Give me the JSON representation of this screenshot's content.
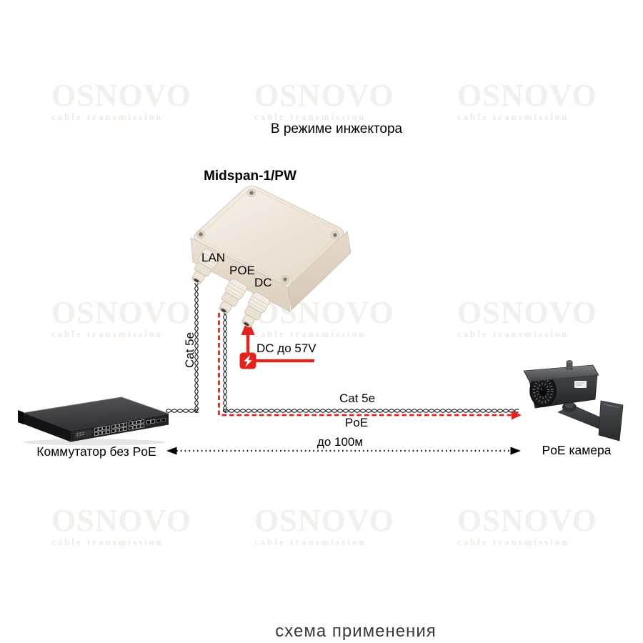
{
  "page": {
    "title": "В режиме инжектора",
    "caption": "схема применения"
  },
  "watermark": {
    "brand": "OSNOVO",
    "tagline": "cable transmission"
  },
  "midspan": {
    "name": "Midspan-1/PW",
    "port_lan": "LAN",
    "port_poe": "POE",
    "port_dc": "DC"
  },
  "connections": {
    "switch_cable": "Cat 5e",
    "camera_cable": "Cat 5e",
    "camera_power": "PoE",
    "dc_input": "DC до 57V",
    "max_distance": "до 100м"
  },
  "devices": {
    "switch": "Коммутатор без PoE",
    "camera": "PoE камера"
  },
  "colors": {
    "accent_red": "#e2241f",
    "enclosure_beige": "#efe6d9",
    "device_dark": "#2b2d30",
    "watermark_brand": "#f2efec",
    "watermark_tagline": "#f2e7df"
  }
}
